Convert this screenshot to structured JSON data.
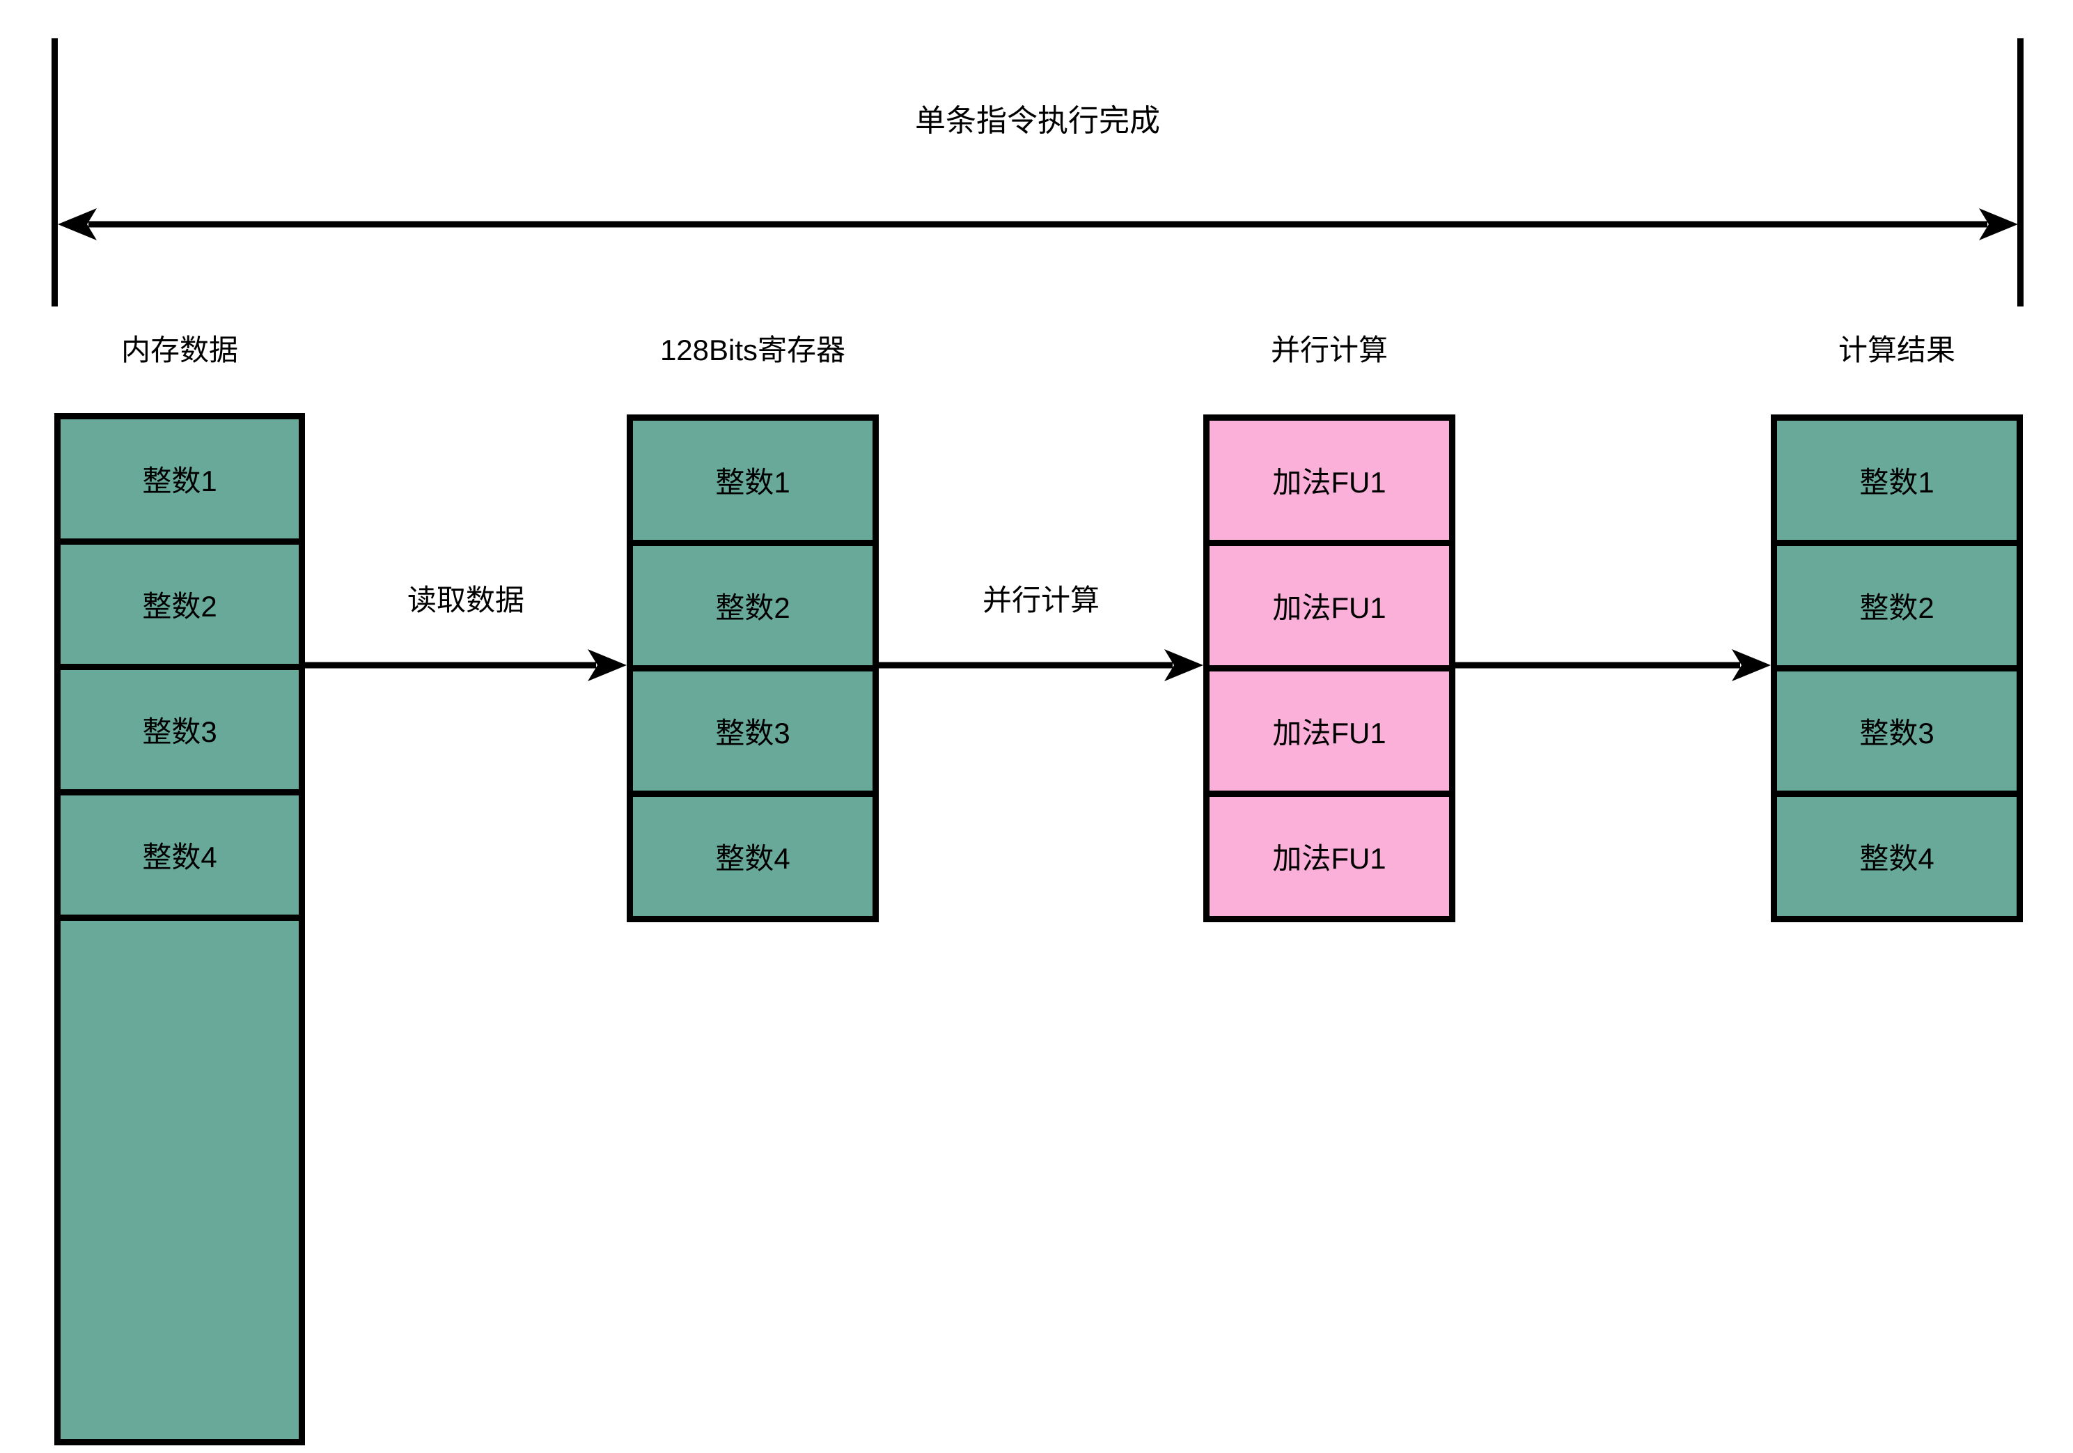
{
  "title": "单条指令执行完成",
  "columns": {
    "memory": {
      "header": "内存数据",
      "cells": [
        "整数1",
        "整数2",
        "整数3",
        "整数4"
      ]
    },
    "register": {
      "header": "128Bits寄存器",
      "cells": [
        "整数1",
        "整数2",
        "整数3",
        "整数4"
      ]
    },
    "parallel": {
      "header": "并行计算",
      "cells": [
        "加法FU1",
        "加法FU1",
        "加法FU1",
        "加法FU1"
      ]
    },
    "result": {
      "header": "计算结果",
      "cells": [
        "整数1",
        "整数2",
        "整数3",
        "整数4"
      ]
    }
  },
  "arrows": {
    "read_label": "读取数据",
    "compute_label": "并行计算"
  },
  "colors": {
    "box_green": "#68A99A",
    "box_pink": "#FAB0D8",
    "line": "#000000",
    "background": "#FFFFFF"
  }
}
